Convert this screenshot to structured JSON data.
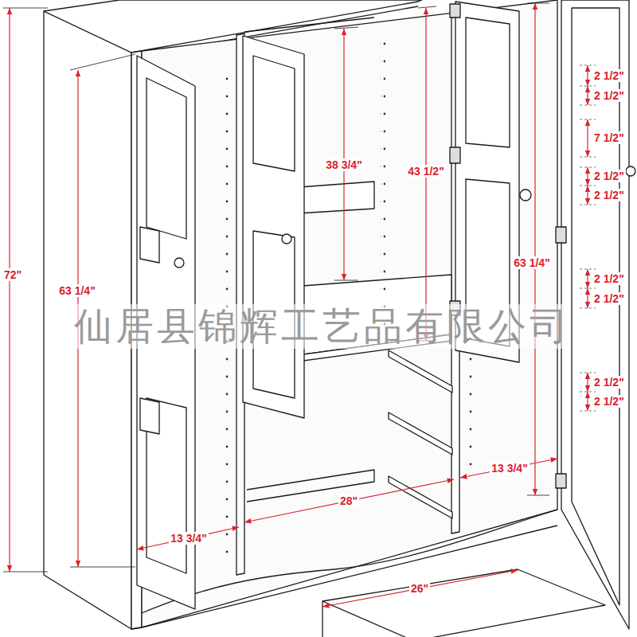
{
  "diagram": {
    "labels": [
      "72\"",
      "63 1/4\"",
      "38 3/4\"",
      "43 1/2\"",
      "63 1/4\"",
      "2 1/2\"",
      "2 1/2\"",
      "7 1/2\"",
      "2 1/2\"",
      "2 1/2\"",
      "2 1/2\"",
      "2 1/2\"",
      "2 1/2\"",
      "2 1/2\"",
      "13 3/4\"",
      "28\"",
      "13 3/4\"",
      "26\"",
      "仙居县锦辉工艺品有限公司"
    ]
  }
}
